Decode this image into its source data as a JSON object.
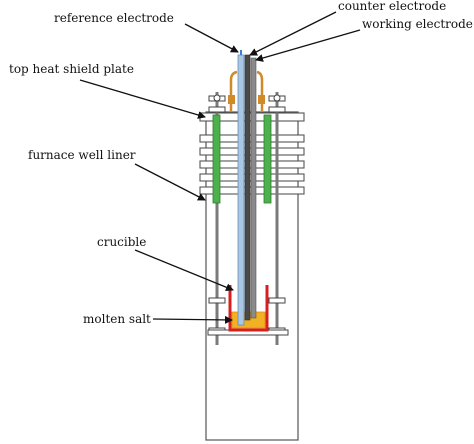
{
  "labels": {
    "reference_electrode": "reference electrode",
    "counter_electrode": "counter electrode",
    "working_electrode": "working electrode",
    "top_heat_shield_plate": "top heat shield plate",
    "furnace_well_liner": "furnace well liner",
    "crucible": "crucible",
    "molten_salt": "molten salt"
  },
  "colors": {
    "outline": "#555555",
    "rod": "#7a7a7a",
    "green_insulator": "#4cb04c",
    "copper_lead": "#d08a2a",
    "crucible": "#d42020",
    "salt": "#f2b024",
    "electrode_sheath": "#a9c7e6"
  }
}
